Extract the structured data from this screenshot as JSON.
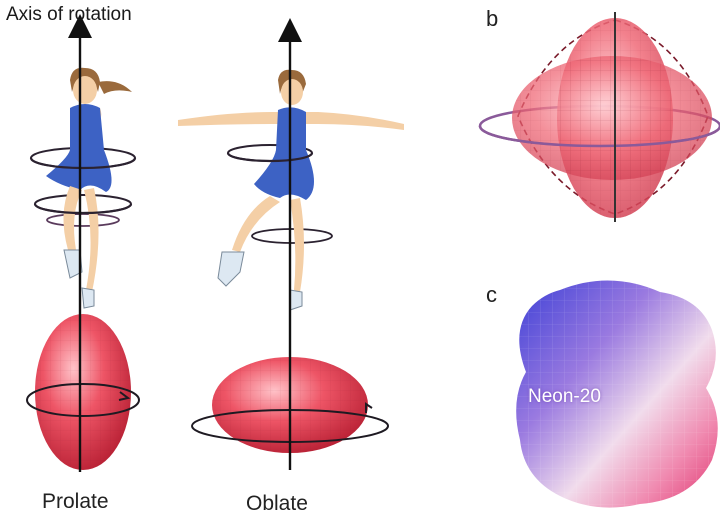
{
  "labels": {
    "axis_of_rotation": "Axis of rotation",
    "prolate": "Prolate",
    "oblate": "Oblate",
    "panel_b": "b",
    "panel_c": "c",
    "neon": "Neon-20"
  },
  "colors": {
    "nucleus_red": "#e8485a",
    "dress_blue": "#3d62c4",
    "skin": "#f4cfa6",
    "hair": "#9a6a3c",
    "axis": "#111111",
    "orbit": "#2b2230"
  }
}
